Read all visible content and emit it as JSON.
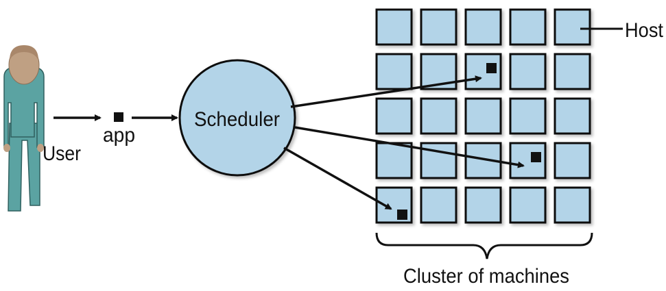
{
  "labels": {
    "user": "User",
    "app": "app",
    "scheduler": "Scheduler",
    "host": "Host",
    "cluster": "Cluster of machines"
  },
  "cluster": {
    "rows": 5,
    "cols": 5,
    "placed_apps": [
      {
        "row": 1,
        "col": 2
      },
      {
        "row": 3,
        "col": 3
      },
      {
        "row": 4,
        "col": 0
      }
    ]
  },
  "colors": {
    "host_fill": "#b3d4e8",
    "scheduler_fill": "#b3d4e8",
    "person_skin": "#bfa083",
    "person_body": "#5ba3a2",
    "stroke": "#111111"
  }
}
